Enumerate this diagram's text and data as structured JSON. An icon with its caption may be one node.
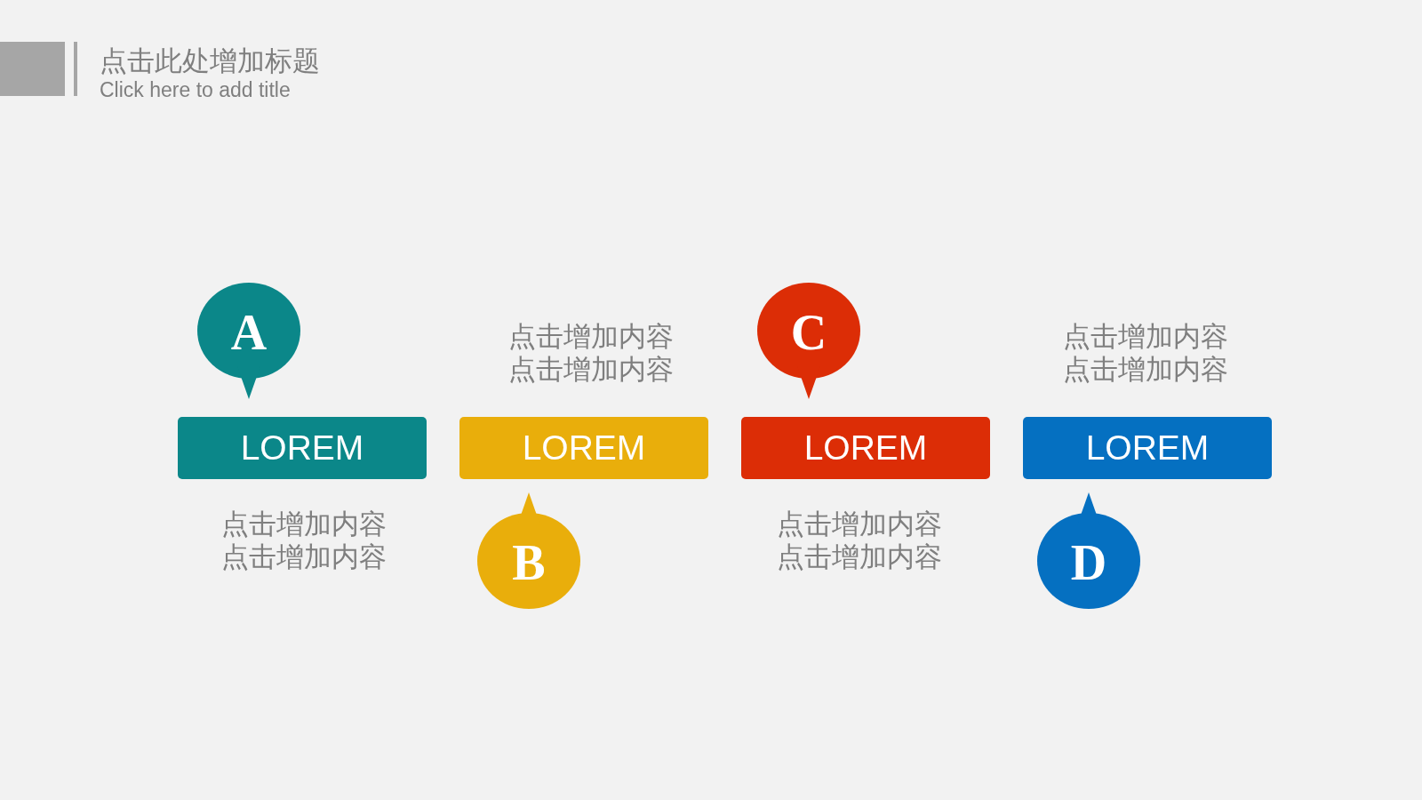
{
  "diagram": {
    "title": "点击此处增加标题",
    "nodes": [
      {
        "text": [
          "A"
        ]
      },
      {
        "text": [
          "C"
        ]
      },
      {
        "text": [
          "LOREM"
        ],
        "beside": [
          "点击增加内容点击增加内容"
        ]
      },
      {
        "text": [
          "LOREM"
        ],
        "beside": [
          "点击增加内容点击增加内容"
        ]
      },
      {
        "text": [
          "LOREM"
        ],
        "beside": [
          "点击增加内容点击增加内容"
        ]
      },
      {
        "text": [
          "LOREM"
        ],
        "beside": [
          "点击增加内容点击增加内容"
        ]
      },
      {
        "text": [
          "B"
        ]
      },
      {
        "text": [
          "D"
        ]
      }
    ],
    "labels": [
      "Click here to add title"
    ]
  }
}
